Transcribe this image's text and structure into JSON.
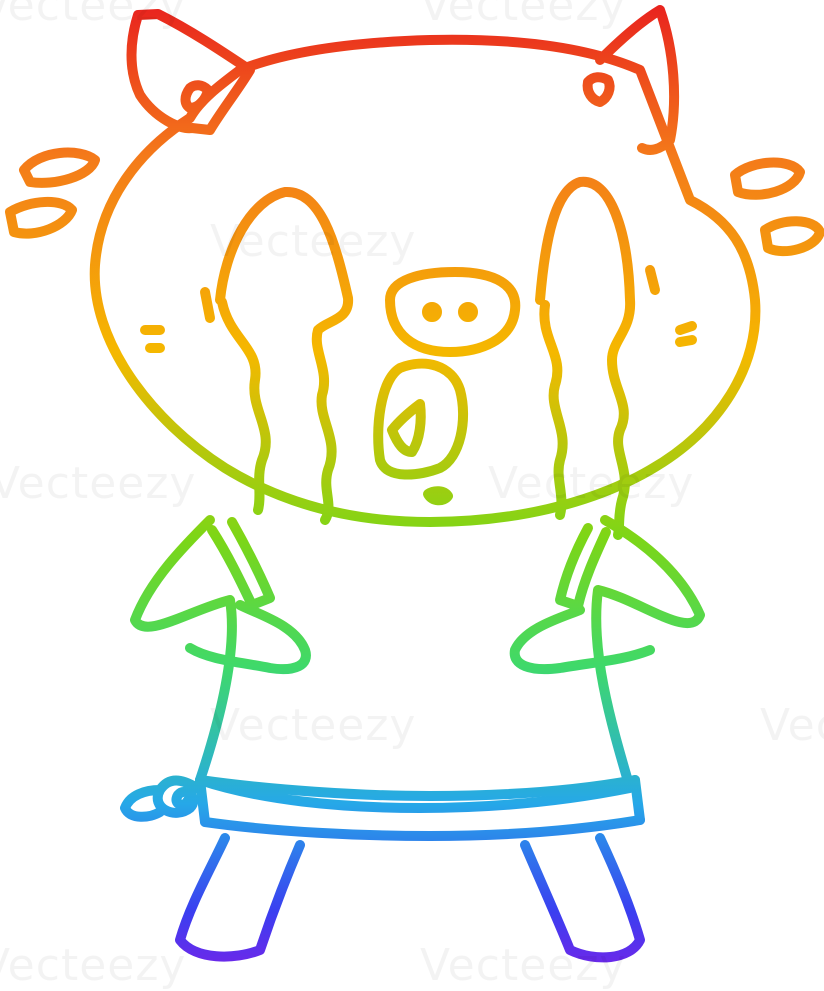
{
  "image": {
    "subject": "crying pig wearing a dress",
    "style": "rainbow gradient line art",
    "gradient_colors": [
      "#e8201e",
      "#f47a1a",
      "#f5b800",
      "#7cd617",
      "#3fd96a",
      "#26a8e8",
      "#3a3ff0",
      "#7a22e8"
    ]
  },
  "watermark": {
    "text": "Vecteezy",
    "tiles": [
      "Vecteezy",
      "Vecteezy",
      "Vecteezy",
      "Vecteezy",
      "Vecteezy",
      "Vecteezy",
      "Vecteezy",
      "Vecteezy",
      "Vecteezy"
    ]
  }
}
